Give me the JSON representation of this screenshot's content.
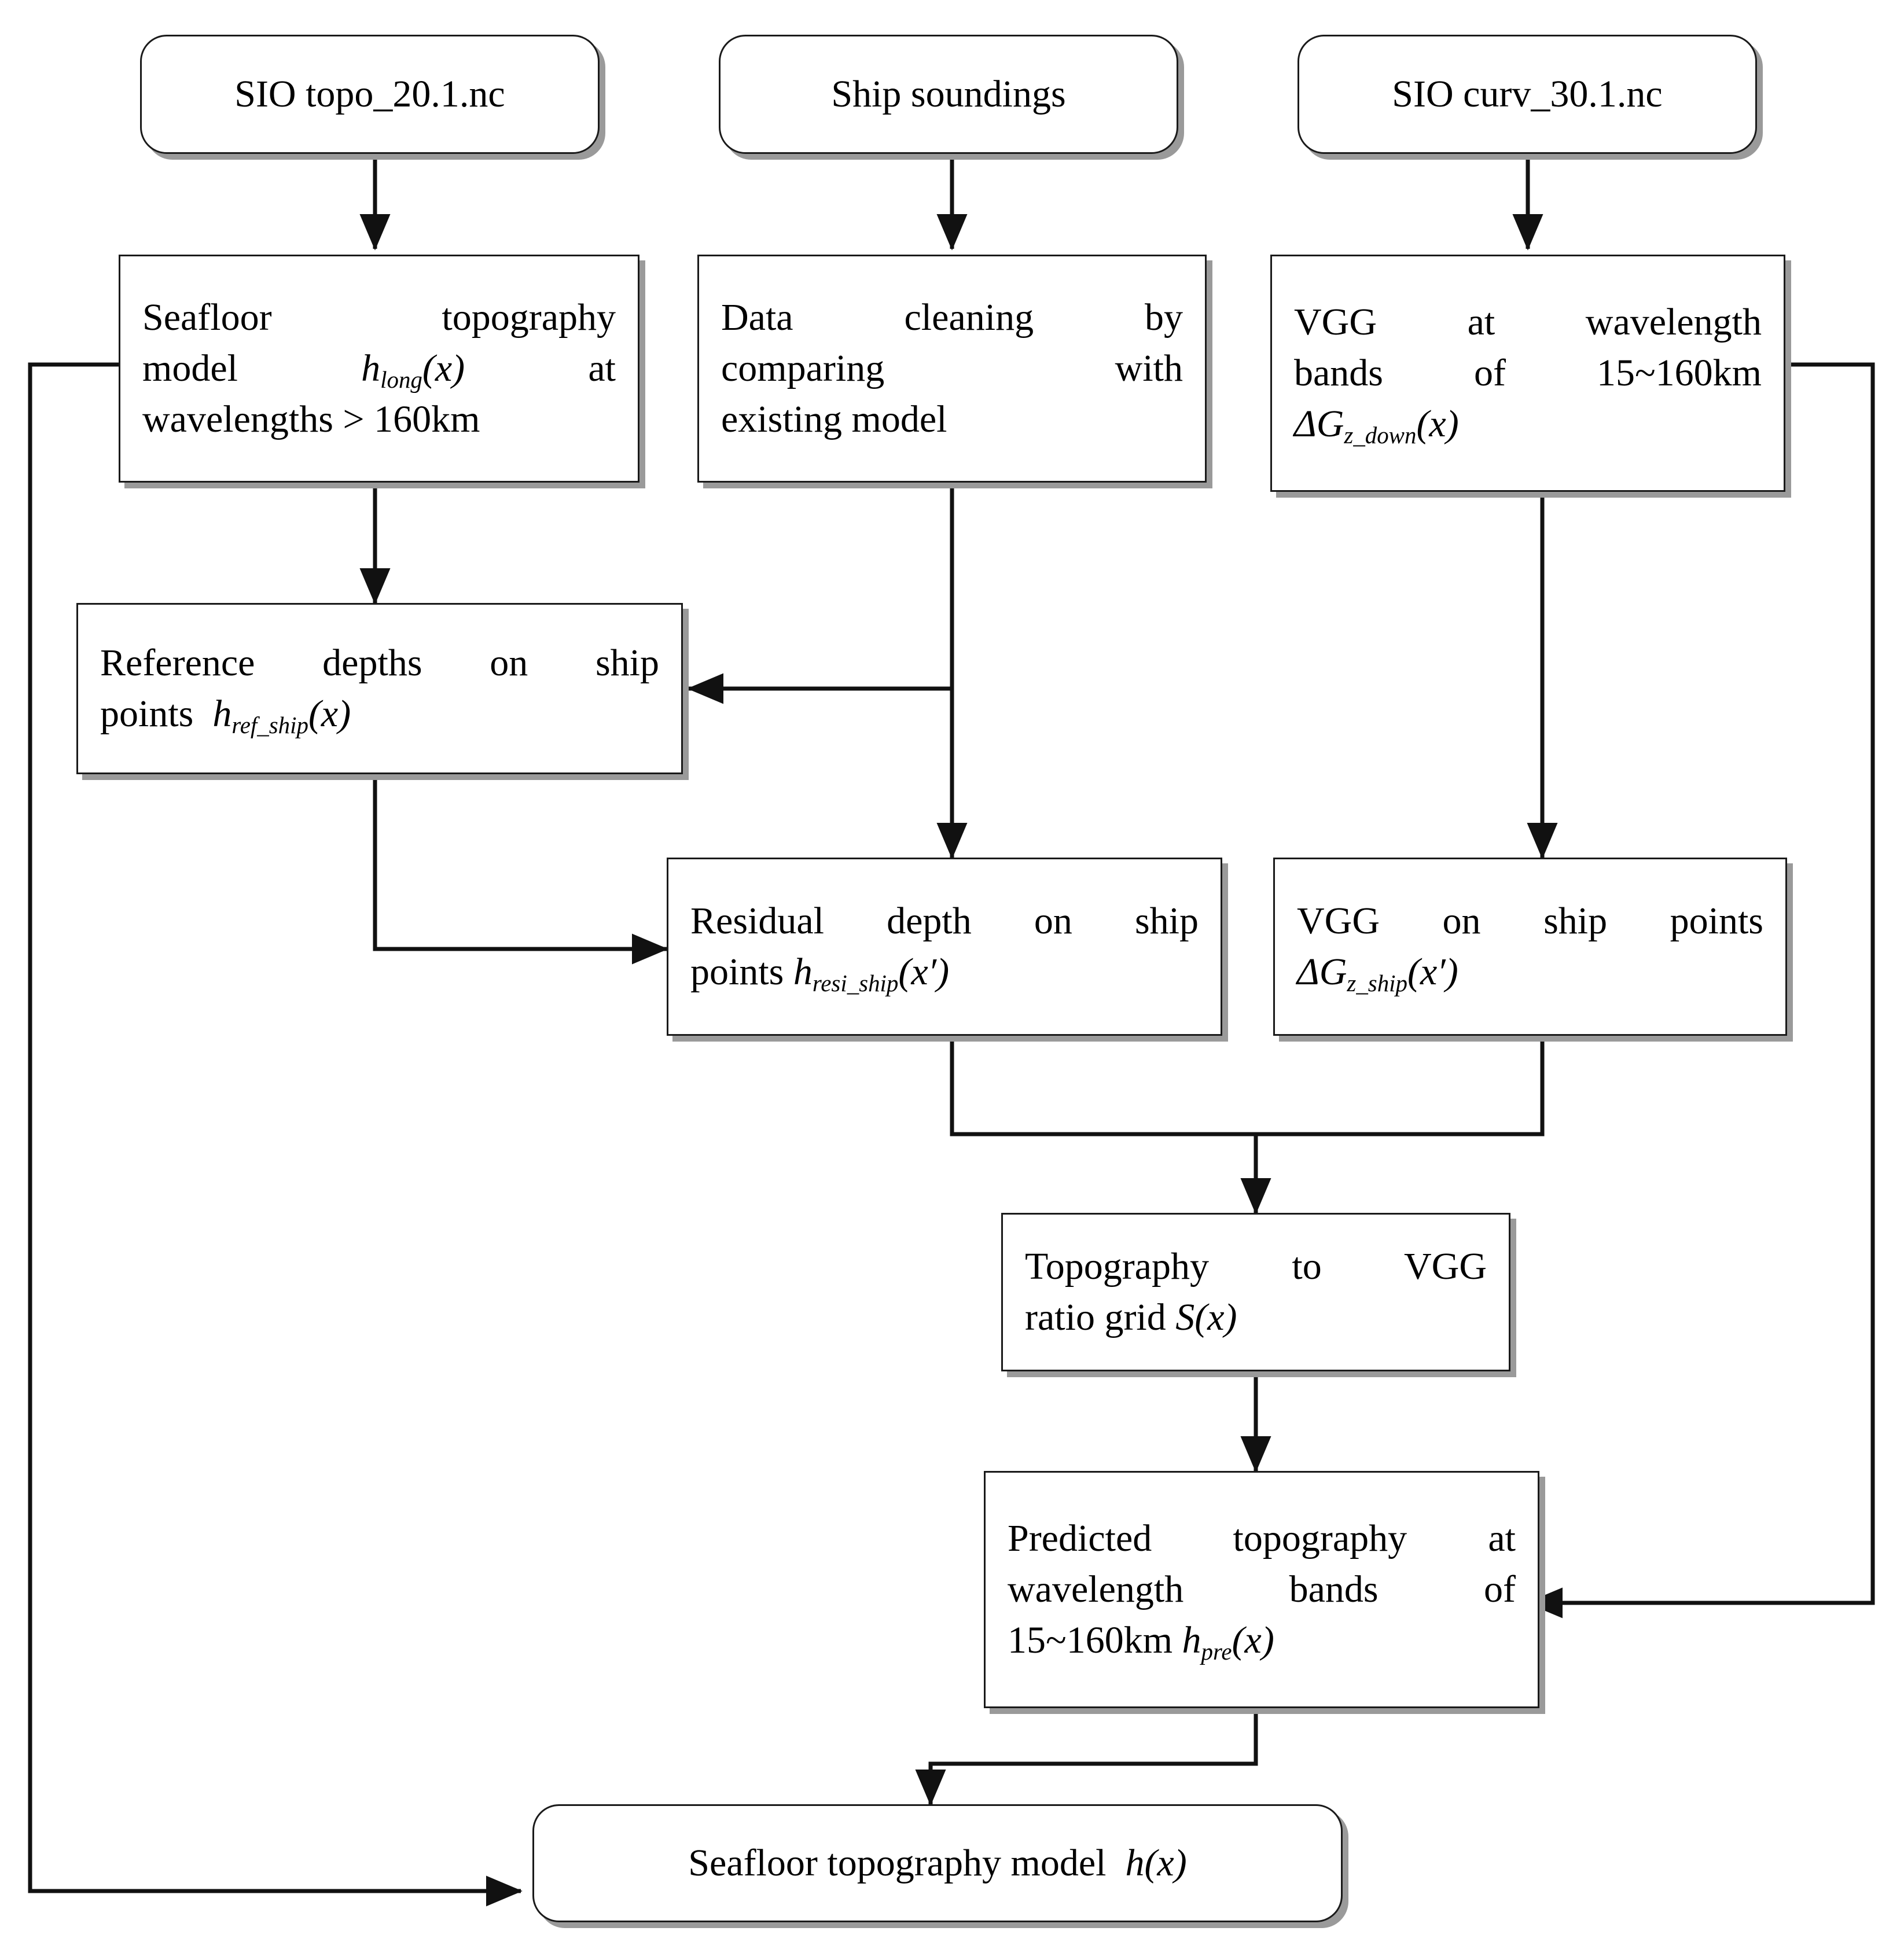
{
  "diagram": {
    "title": "Seafloor topography model construction flowchart",
    "accent": "#1a1a1a",
    "background": "#ffffff"
  },
  "nodes": {
    "sio_topo": {
      "label": "SIO topo_20.1.nc",
      "shape": "rounded"
    },
    "ship_soundings": {
      "label": "Ship soundings",
      "shape": "rounded"
    },
    "sio_curv": {
      "label": "SIO curv_30.1.nc",
      "shape": "rounded"
    },
    "seafloor_long": {
      "line1": "Seafloor topography",
      "line2_a": "model",
      "line2_sym": "h",
      "line2_sub": "long",
      "line2_arg": "(x)",
      "line2_b": "at",
      "line3": "wavelengths > 160km",
      "plain": "Seafloor topography model h_long(x) at wavelengths > 160km",
      "shape": "rect"
    },
    "data_cleaning": {
      "line1_a": "Data",
      "line1_b": "cleaning",
      "line1_c": "by",
      "line2_a": "comparing",
      "line2_b": "with",
      "line3": "existing model",
      "plain": "Data cleaning by comparing with existing model",
      "shape": "rect"
    },
    "vgg_bands": {
      "line1": "VGG at wavelength",
      "line2": "bands of 15~160km",
      "line3_sym": "ΔG",
      "line3_sub": "z_down",
      "line3_arg": "(x)",
      "plain": "VGG at wavelength bands of 15~160km ΔG_z_down(x)",
      "shape": "rect"
    },
    "ref_depths": {
      "line1": "Reference depths on ship",
      "line2_a": "points",
      "line2_sym": "h",
      "line2_sub": "ref_ship",
      "line2_arg": "(x)",
      "plain": "Reference depths on ship points h_ref_ship(x)",
      "shape": "rect"
    },
    "resi_depth": {
      "line1": "Residual depth on ship",
      "line2_a": "points",
      "line2_sym": "h",
      "line2_sub": "resi_ship",
      "line2_arg": "(x′)",
      "plain": "Residual depth on ship points h_resi_ship(x′)",
      "shape": "rect"
    },
    "vgg_ship": {
      "line1": "VGG on ship points",
      "line2_sym": "ΔG",
      "line2_sub": "z_ship",
      "line2_arg": "(x′)",
      "plain": "VGG on ship points ΔG_z_ship(x′)",
      "shape": "rect"
    },
    "ratio_grid": {
      "line1": "Topography to VGG",
      "line2_a": "ratio grid",
      "line2_sym": "S",
      "line2_arg": "(x)",
      "plain": "Topography to VGG ratio grid S(x)",
      "shape": "rect"
    },
    "predicted": {
      "line1": "Predicted topography at",
      "line2_a": "wavelength",
      "line2_b": "bands",
      "line2_c": "of",
      "line3_a": "15~160km",
      "line3_sym": "h",
      "line3_sub": "pre",
      "line3_arg": "(x)",
      "plain": "Predicted topography at wavelength bands of 15~160km h_pre(x)",
      "shape": "rect"
    },
    "final_model": {
      "line_a": "Seafloor topography model",
      "line_sym": "h",
      "line_arg": "(x)",
      "plain": "Seafloor topography model h(x)",
      "shape": "rounded"
    }
  },
  "edges": [
    {
      "id": "e1",
      "from": "sio_topo",
      "to": "seafloor_long",
      "kind": "straight-down"
    },
    {
      "id": "e2",
      "from": "ship_soundings",
      "to": "data_cleaning",
      "kind": "straight-down"
    },
    {
      "id": "e3",
      "from": "sio_curv",
      "to": "vgg_bands",
      "kind": "straight-down"
    },
    {
      "id": "e4",
      "from": "seafloor_long",
      "to": "ref_depths",
      "kind": "straight-down"
    },
    {
      "id": "e5",
      "from": "data_cleaning",
      "to": "ref_depths",
      "kind": "elbow-left"
    },
    {
      "id": "e6",
      "from": "data_cleaning",
      "to": "resi_depth",
      "kind": "straight-down"
    },
    {
      "id": "e7",
      "from": "vgg_bands",
      "to": "vgg_ship",
      "kind": "straight-down"
    },
    {
      "id": "e8",
      "from": "ref_depths",
      "to": "resi_depth",
      "kind": "elbow-right"
    },
    {
      "id": "e9",
      "from": "resi_depth+vgg_ship",
      "to": "ratio_grid",
      "kind": "merge-down"
    },
    {
      "id": "e10",
      "from": "ratio_grid",
      "to": "predicted",
      "kind": "straight-down"
    },
    {
      "id": "e11",
      "from": "vgg_bands",
      "to": "predicted",
      "kind": "right-loop"
    },
    {
      "id": "e12",
      "from": "predicted",
      "to": "final_model",
      "kind": "elbow-down-left"
    },
    {
      "id": "e13",
      "from": "seafloor_long",
      "to": "final_model",
      "kind": "left-loop"
    }
  ]
}
